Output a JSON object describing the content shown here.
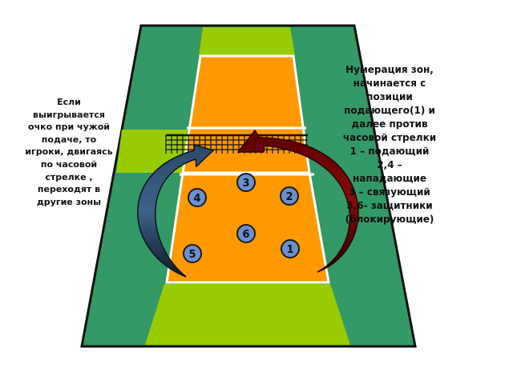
{
  "rotation_note": {
    "lines": [
      "Если",
      "выигрывается",
      "очко при чужой",
      "подаче, то",
      "игроки, двигаясь",
      "по часовой",
      "стрелке ,",
      "переходят в",
      "другие зоны"
    ]
  },
  "zone_description": {
    "lines": [
      "Нумерация зон,",
      "начинается с",
      "позиции",
      "подающего(1) и",
      "далее против",
      "часовой стрелки",
      "1 – подающий",
      "2,4 –",
      "нападающие",
      "3 – связующий",
      "5,6- защитники",
      "(блокирующие)"
    ]
  },
  "zones": [
    "3",
    "4",
    "2",
    "6",
    "1",
    "5"
  ],
  "colors": {
    "outer_field": "#339966",
    "lime": "#99cc00",
    "court": "#ff9900",
    "lines": "#ffffff",
    "player": "#6b8fcf",
    "arrow_left": "#2c4a6a",
    "arrow_right": "#6b0000",
    "border": "#111111"
  },
  "icons": [
    "net-icon",
    "clockwise-arrow-left-icon",
    "clockwise-arrow-right-icon"
  ]
}
